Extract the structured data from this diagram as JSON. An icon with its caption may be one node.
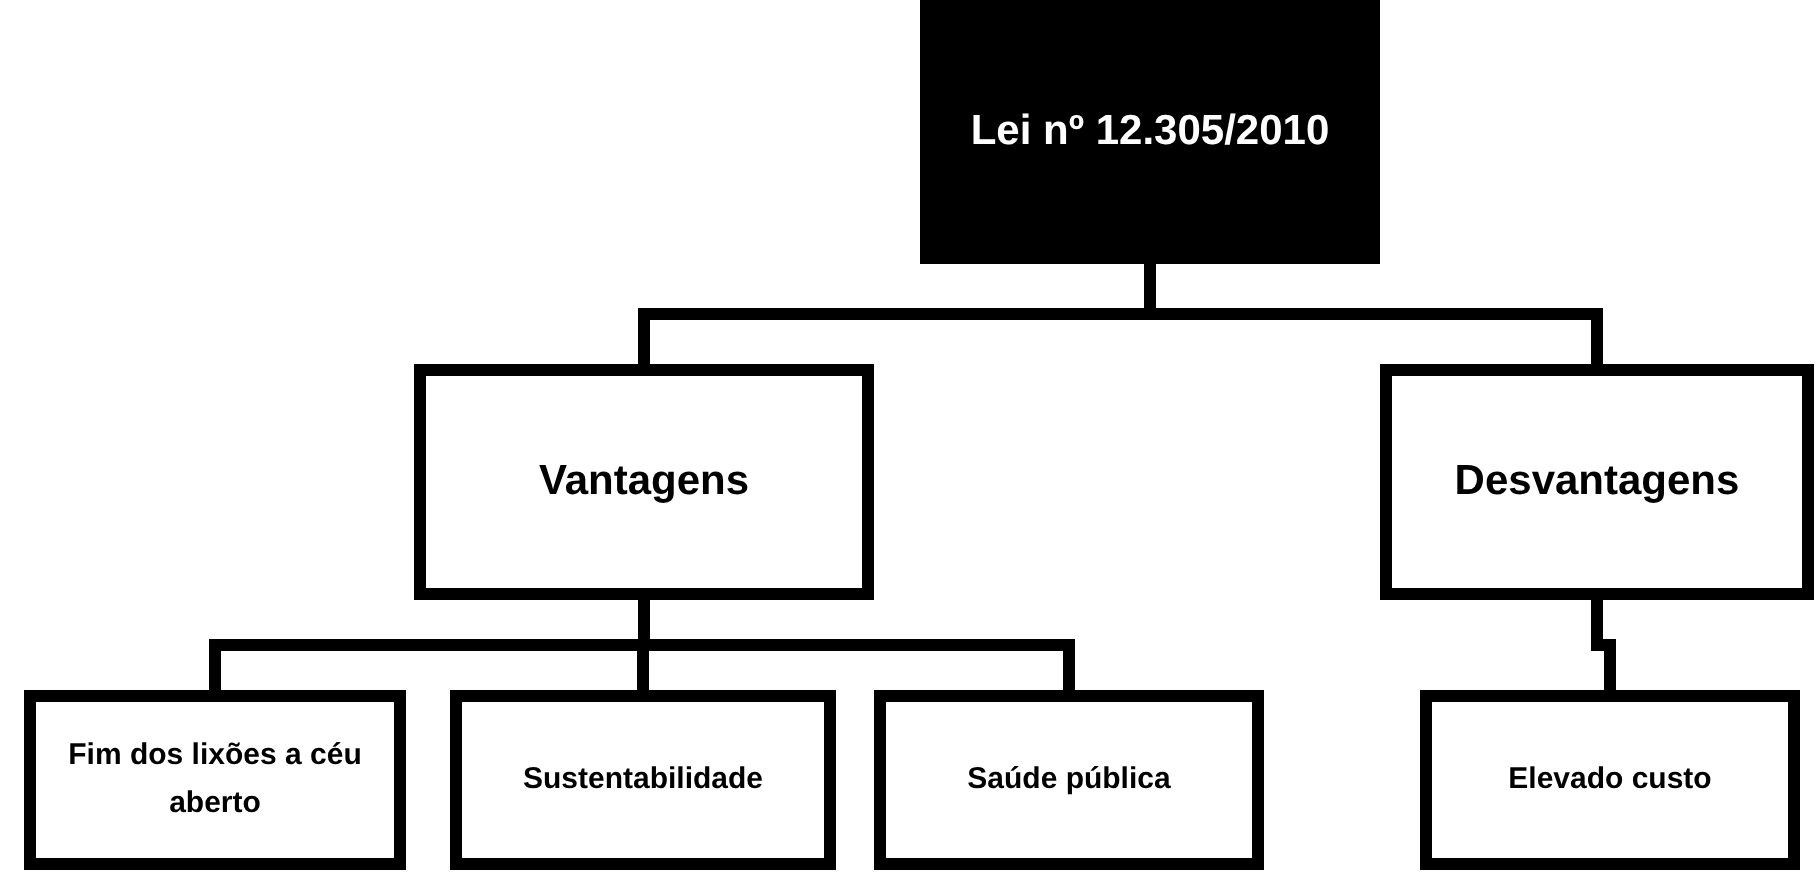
{
  "diagram": {
    "nodes": [
      {
        "text": [
          "Lei nº 12.305/2010"
        ]
      },
      {
        "text": [
          "Vantagens"
        ]
      },
      {
        "text": [
          "Desvantagens"
        ]
      },
      {
        "text": [
          "Fim dos lixões a céu aberto"
        ]
      },
      {
        "text": [
          "Sustentabilidade"
        ]
      },
      {
        "text": [
          "Saúde pública"
        ]
      },
      {
        "text": [
          "Elevado custo"
        ]
      }
    ],
    "edges": [
      {
        "from": 0,
        "to": 1,
        "arrow": "none"
      },
      {
        "from": 0,
        "to": 2,
        "arrow": "none"
      },
      {
        "from": 1,
        "to": 3,
        "arrow": "none"
      },
      {
        "from": 1,
        "to": 4,
        "arrow": "none"
      },
      {
        "from": 1,
        "to": 5,
        "arrow": "none"
      },
      {
        "from": 2,
        "to": 6,
        "arrow": "none"
      }
    ]
  }
}
